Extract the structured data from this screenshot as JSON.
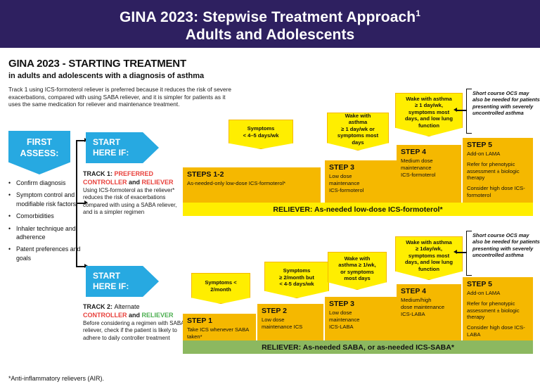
{
  "header": {
    "line1": "GINA 2023: Stepwise Treatment Approach",
    "superscript": "1",
    "line2": "Adults and Adolescents",
    "bg_color": "#2e2060"
  },
  "intro": {
    "title": "GINA 2023 - STARTING TREATMENT",
    "subtitle": "in adults and adolescents with a diagnosis of asthma",
    "body": "Track 1 using ICS-formoterol reliever is preferred because it reduces the risk of severe exacerbations, compared with using SABA reliever, and it is simpler for patients as it uses the same medication for reliever and maintenance treatment."
  },
  "first_assess": {
    "label_line1": "FIRST",
    "label_line2": "ASSESS:",
    "color": "#27a9e1",
    "bullets": [
      "Confirm diagnosis",
      "Symptom control and modifiable risk factors",
      "Comorbidities",
      "Inhaler technique and adherence",
      "Patent preferences and goals"
    ]
  },
  "start_here": {
    "line1": "START",
    "line2": "HERE IF:"
  },
  "track1": {
    "label": "TRACK 1:",
    "kind_1": "PREFERRED",
    "kind_2": "CONTROLLER",
    "conjunction": "and",
    "kind_3": "RELIEVER",
    "body": "Using ICS-formoterol as the reliever* reduces the risk of exacerbations compared with using a SABA reliever, and is a simpler regimen",
    "callouts": [
      "Symptoms\n< 4–5 days/wk",
      "Wake with\nasthma\n≥ 1 day/wk or\nsymptoms most\ndays",
      "Wake with asthma\n≥ 1 day/wk,\nsymptoms most\ndays, and low lung\nfunction"
    ],
    "steps": [
      {
        "name": "STEPS 1-2",
        "lines": [
          "As-needed-only low-dose ICS-formoterol*"
        ]
      },
      {
        "name": "STEP 3",
        "lines": [
          "Low dose\nmaintenance\nICS-formoterol"
        ]
      },
      {
        "name": "STEP 4",
        "lines": [
          "Medium dose\nmaintenance\nICS-formoterol"
        ]
      },
      {
        "name": "STEP 5",
        "lines": [
          "Add-on LAMA",
          "Refer for phenotypic assessment ± biologic therapy",
          "Consider high dose ICS-formoterol"
        ]
      }
    ],
    "reliever_bar": "RELIEVER: As-needed low-dose ICS-formoterol*",
    "reliever_bar_color": "#ffee00",
    "ocs_note": "Short course OCS may also be needed for patients presenting with severely uncontrolled asthma"
  },
  "track2": {
    "label": "TRACK 2:",
    "alternate": "Alternate",
    "kind_2": "CONTROLLER",
    "conjunction": "and",
    "kind_3": "RELIEVER",
    "body": "Before considering a regimen with SABA reliever, check if the patient is likely to adhere to daily controller treatment",
    "callouts": [
      "Symptoms <\n2/month",
      "Symptoms\n≥ 2/month but\n< 4-5 days/wk",
      "Wake with\nasthma ≥ 1/wk,\nor symptoms\nmost days",
      "Wake with asthma\n≥ 1day/wk,\nsymptoms most\ndays, and low lung\nfunction"
    ],
    "steps": [
      {
        "name": "STEP 1",
        "lines": [
          "Take ICS whenever SABA taken*"
        ]
      },
      {
        "name": "STEP 2",
        "lines": [
          "Low dose\nmaintenance ICS"
        ]
      },
      {
        "name": "STEP 3",
        "lines": [
          "Low dose\nmaintenance\nICS-LABA"
        ]
      },
      {
        "name": "STEP 4",
        "lines": [
          "Medium/high\ndose maintenance\nICS-LABA"
        ]
      },
      {
        "name": "STEP 5",
        "lines": [
          "Add-on LAMA",
          "Refer for phenotypic assessment ± biologic therapy",
          "Consider high dose ICS-LABA"
        ]
      }
    ],
    "reliever_bar": "RELIEVER: As-needed SABA, or as-needed ICS-SABA*",
    "reliever_bar_color": "#8cb860",
    "ocs_note": "Short course OCS may also be needed for patients presenting with severely uncontrolled asthma"
  },
  "footnote": "*Anti-inflammatory relievers (AIR)."
}
